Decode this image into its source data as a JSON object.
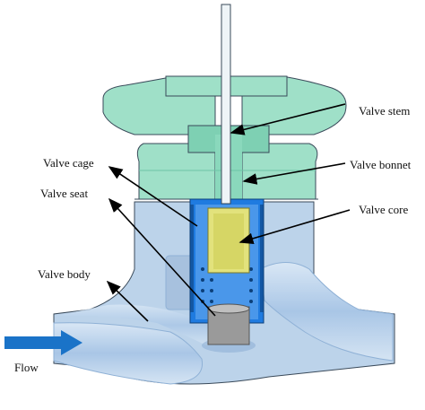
{
  "labels": {
    "valve_stem": "Valve stem",
    "valve_cage": "Valve cage",
    "valve_bonnet": "Valve bonnet",
    "valve_seat": "Valve seat",
    "valve_core": "Valve core",
    "valve_body": "Valve body",
    "flow": "Flow"
  },
  "colors": {
    "body_fill": "#bcd3ea",
    "body_dark": "#8fb1d6",
    "bonnet_fill": "#9fe0c8",
    "bonnet_dark": "#6cc4a6",
    "stem_fill": "#eef4f7",
    "core_fill": "#e2e27c",
    "cage_fill": "#1f7be0",
    "seat_fill": "#9a9a9a",
    "flow_arrow": "#1a73c8",
    "outline": "#3a4a5a"
  }
}
